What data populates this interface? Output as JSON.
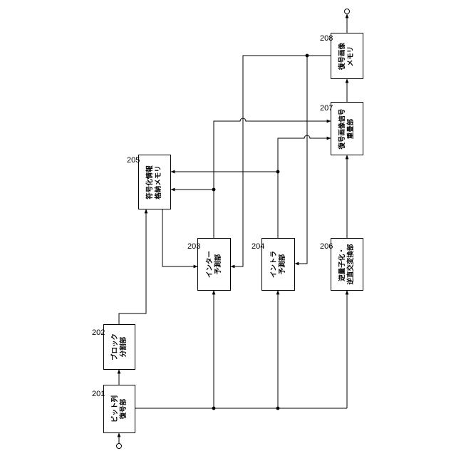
{
  "blocks": {
    "b201": {
      "number": "201",
      "line1": "ビット列",
      "line2": "復号部"
    },
    "b202": {
      "number": "202",
      "line1": "ブロック",
      "line2": "分割部"
    },
    "b203": {
      "number": "203",
      "line1": "インター",
      "line2": "予測部"
    },
    "b204": {
      "number": "204",
      "line1": "イントラ",
      "line2": "予測部"
    },
    "b205": {
      "number": "205",
      "line1": "符号化情報",
      "line2": "格納メモリ"
    },
    "b206": {
      "number": "206",
      "line1": "逆量子化・",
      "line2": "逆直交変換部"
    },
    "b207": {
      "number": "207",
      "line1": "復号画像信号",
      "line2": "重畳部"
    },
    "b208": {
      "number": "208",
      "line1": "復号画像",
      "line2": "メモリ"
    }
  }
}
